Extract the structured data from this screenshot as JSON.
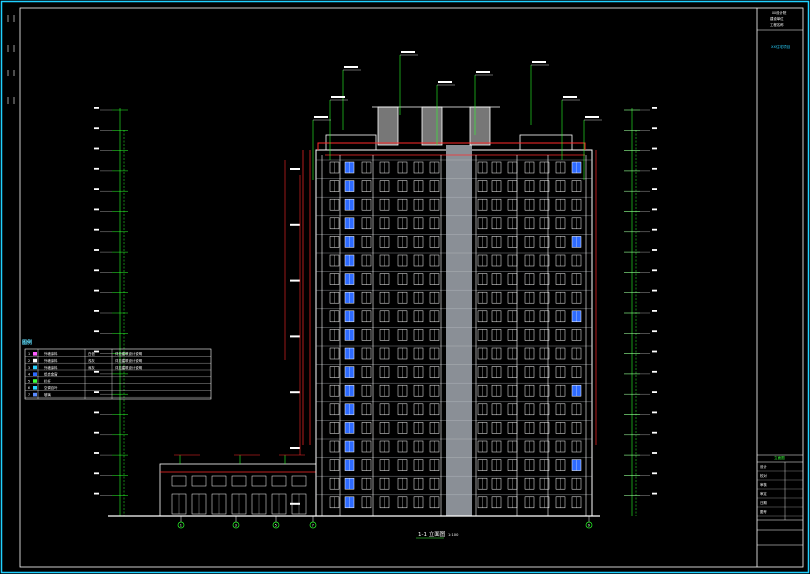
{
  "drawing_title": "1-1 立面图",
  "drawing_scale": "1:100",
  "legend": {
    "header": "图例",
    "rows": [
      {
        "code": "1",
        "swatch": "#ff5cff",
        "name": "外墙涂料",
        "spec": "白色",
        "note": "详见建筑设计说明"
      },
      {
        "code": "2",
        "swatch": "#ffffff",
        "name": "外墙涂料",
        "spec": "浅灰",
        "note": "详见建筑设计说明"
      },
      {
        "code": "3",
        "swatch": "#29d2ff",
        "name": "外墙涂料",
        "spec": "深灰",
        "note": "详见建筑设计说明"
      },
      {
        "code": "4",
        "swatch": "#2e6bff",
        "name": "铝合金窗",
        "spec": "",
        "note": ""
      },
      {
        "code": "5",
        "swatch": "#3cff3c",
        "name": "栏杆",
        "spec": "",
        "note": ""
      },
      {
        "code": "6",
        "swatch": "#29d2ff",
        "name": "空调百叶",
        "spec": "",
        "note": ""
      },
      {
        "code": "7",
        "swatch": "#5a8cff",
        "name": "玻璃",
        "spec": "",
        "note": ""
      }
    ]
  },
  "axis_labels": [
    "1",
    "3",
    "5",
    "7",
    "9"
  ],
  "title_block": {
    "top": [
      "XX设计院",
      "建设单位",
      "工程名称"
    ],
    "project": "XX住宅项目",
    "drawing_name": "立面图",
    "rows": [
      "设计",
      "校对",
      "审核",
      "审定",
      "日期",
      "图号"
    ]
  },
  "colors": {
    "frame": "#1fd0ff",
    "dimension": "#2aff2a",
    "outline": "#ffffff",
    "accent_red": "#ff2a2a",
    "window_blue": "#2e6bff",
    "facade_grey": "#8a8f96"
  }
}
